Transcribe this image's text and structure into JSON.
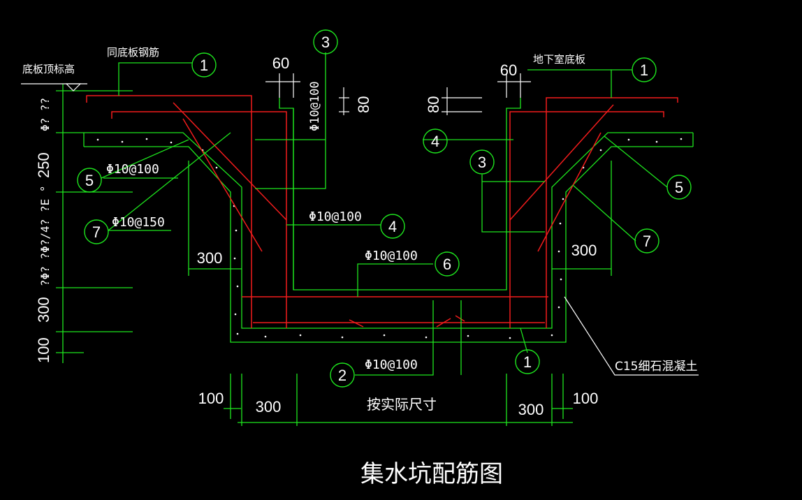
{
  "colors": {
    "background": "#000000",
    "rebar": "#f21c1c",
    "line": "#1ee61e",
    "text": "#ffffff"
  },
  "title": "集水坑配筋图",
  "notes": {
    "slab_top_elevation": "底板顶标高",
    "same_as_slab_rebar": "同底板钢筋",
    "basement_slab": "地下室底板",
    "c15_concrete": "C15细石混凝土"
  },
  "rebar_specs": {
    "s1": "Φ10@100",
    "s2": "Φ10@150",
    "s3": "Φ10@100",
    "s4": "Φ10@100",
    "s5": "Φ10@100",
    "s6": "Φ10@100"
  },
  "tags": [
    "1",
    "1",
    "1",
    "2",
    "3",
    "3",
    "4",
    "4",
    "5",
    "5",
    "6",
    "7",
    "7"
  ],
  "dims": {
    "top_left_60": "60",
    "top_right_60": "60",
    "left_80": "80",
    "right_80": "80",
    "side_300_left": "300",
    "side_300_right": "300",
    "bottom_100_left": "100",
    "bottom_300_left": "300",
    "bottom_actual": "按实际尺寸",
    "bottom_300_right": "300",
    "bottom_100_right": "100"
  },
  "left_vertical_dims": [
    "Φ? ??",
    "250",
    "?Φ?  ?Φ?/4?  ?E  °",
    "300",
    "100"
  ]
}
